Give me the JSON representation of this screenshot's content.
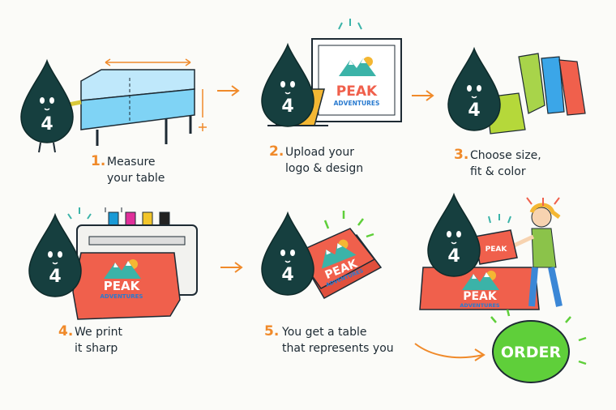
{
  "steps": [
    {
      "number": "1.",
      "line1": "Measure",
      "line2": "your table"
    },
    {
      "number": "2.",
      "line1": "Upload your",
      "line2": "logo & design"
    },
    {
      "number": "3.",
      "line1": "Choose size,",
      "line2": "fit & color"
    },
    {
      "number": "4.",
      "line1": "We print",
      "line2": "it sharp"
    },
    {
      "number": "5.",
      "line1": "You get a table",
      "line2": "that represents you"
    }
  ],
  "mascot_label": "4",
  "logo": {
    "name": "PEAK",
    "subtitle": "ADVENTURES"
  },
  "order_button": "ORDER",
  "colors": {
    "mascot": "#163f3f",
    "accent": "#f08a2a",
    "tablecloth": "#f0604c",
    "order_green": "#5fcf3a",
    "measure_blue": "#7fd3f5"
  }
}
